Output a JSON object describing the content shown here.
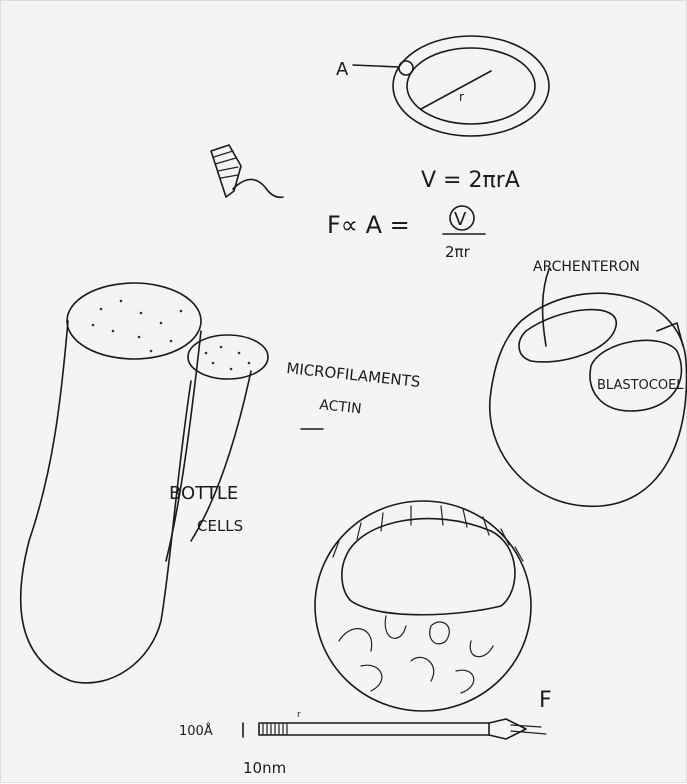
{
  "labels": {
    "a_label": "A",
    "r_label": "r",
    "volume_eq": "V = 2πrA",
    "force_eq_left": "F∝ A =",
    "force_eq_num": "V",
    "force_eq_den": "2πr",
    "archenteron": "ARCHENTERON",
    "blastocoel": "BLASTOCOEL",
    "microfilaments": "MICROFILAMENTS",
    "actin": "ACTIN",
    "bottle": "BOTTLE",
    "cells": "CELLS",
    "f_label": "F",
    "angstrom": "100Å",
    "scale": "10nm",
    "small_r": "r"
  },
  "colors": {
    "paper": "#f4f4f2",
    "ink": "#1a1a1a"
  }
}
